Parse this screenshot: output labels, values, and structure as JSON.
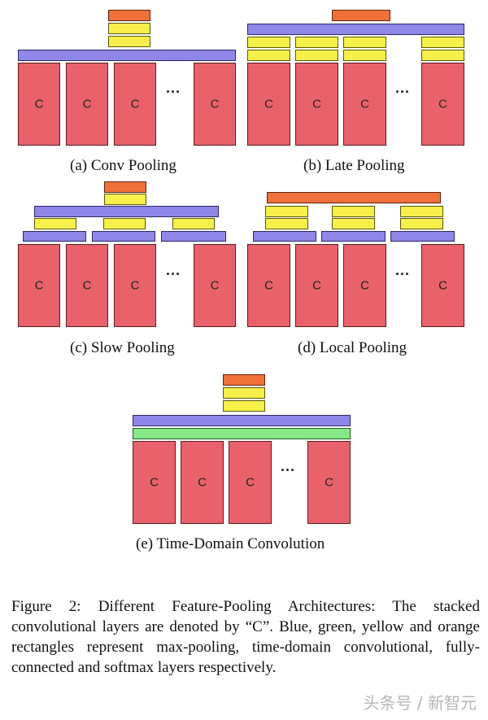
{
  "colors": {
    "conv": "#e9626b",
    "max_pooling": "#8f86e8",
    "fully_connected": "#f7ef4a",
    "softmax": "#f0703a",
    "time_domain_conv": "#86e886"
  },
  "conv_label": "C",
  "ellipsis": "...",
  "panels": [
    {
      "caption": "(a) Conv Pooling"
    },
    {
      "caption": "(b) Late Pooling"
    },
    {
      "caption": "(c) Slow Pooling"
    },
    {
      "caption": "(d) Local Pooling"
    },
    {
      "caption": "(e) Time-Domain Convolution"
    }
  ],
  "figure_caption": "Figure 2: Different Feature-Pooling Architectures: The stacked convolutional layers are denoted by “C”. Blue, green, yellow and orange rectangles represent max-pooling, time-domain convolutional, fully-connected and softmax layers respectively.",
  "watermark": "头条号 / 新智元"
}
